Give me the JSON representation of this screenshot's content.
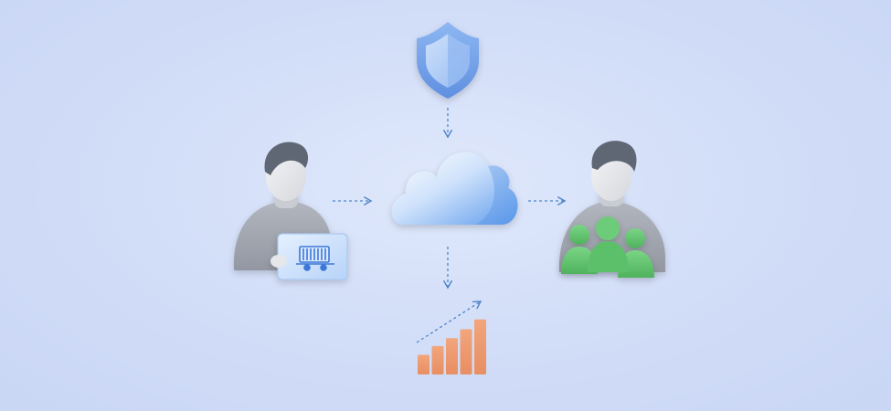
{
  "diagram": {
    "nodes": [
      {
        "id": "security",
        "icon": "shield-icon"
      },
      {
        "id": "cloud",
        "icon": "cloud-icon"
      },
      {
        "id": "seller",
        "icon": "person-with-tablet-icon"
      },
      {
        "id": "customers",
        "icon": "person-with-group-icon"
      },
      {
        "id": "growth",
        "icon": "bar-chart-growth-icon"
      }
    ],
    "edges": [
      {
        "from": "security",
        "to": "cloud"
      },
      {
        "from": "seller",
        "to": "cloud"
      },
      {
        "from": "cloud",
        "to": "customers"
      },
      {
        "from": "cloud",
        "to": "growth"
      }
    ],
    "growth_bars": [
      1,
      1.45,
      1.85,
      2.3,
      2.8
    ]
  },
  "colors": {
    "background": "#d6e1f8",
    "shield": "#6c9be6",
    "cloud": "#6ea7ef",
    "person": "#9ea3ad",
    "hair": "#5f6774",
    "tablet": "#cfe2fb",
    "truck": "#3d78d8",
    "group": "#5cc06a",
    "bars": "#ee9a6e",
    "arrow": "#4f86c9"
  }
}
